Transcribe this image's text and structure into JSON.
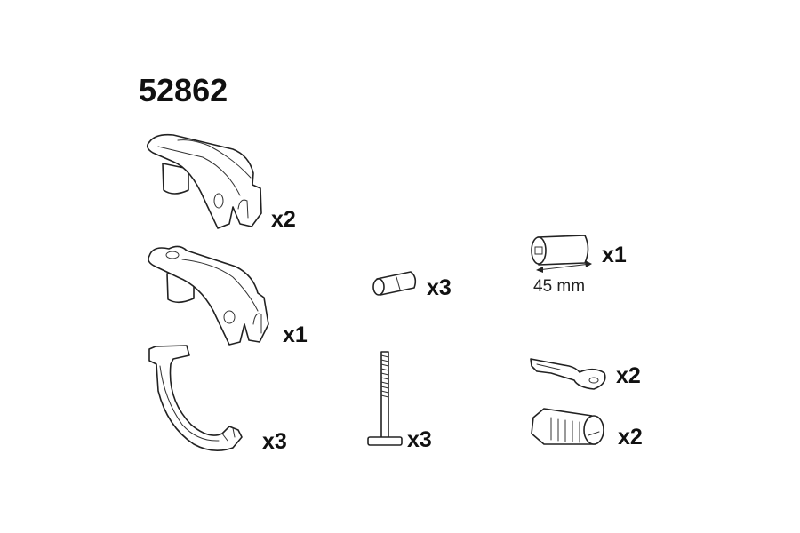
{
  "title": "52862",
  "parts": [
    {
      "name": "bracket-upper",
      "quantity": "x2"
    },
    {
      "name": "bracket-with-hole",
      "quantity": "x1"
    },
    {
      "name": "strap-clip",
      "quantity": "x3"
    },
    {
      "name": "cross-pin",
      "quantity": "x3"
    },
    {
      "name": "t-bolt",
      "quantity": "x3"
    },
    {
      "name": "spacer-tube",
      "quantity": "x1",
      "dimension": "45 mm"
    },
    {
      "name": "key",
      "quantity": "x2"
    },
    {
      "name": "lock-cylinder",
      "quantity": "x2"
    }
  ]
}
